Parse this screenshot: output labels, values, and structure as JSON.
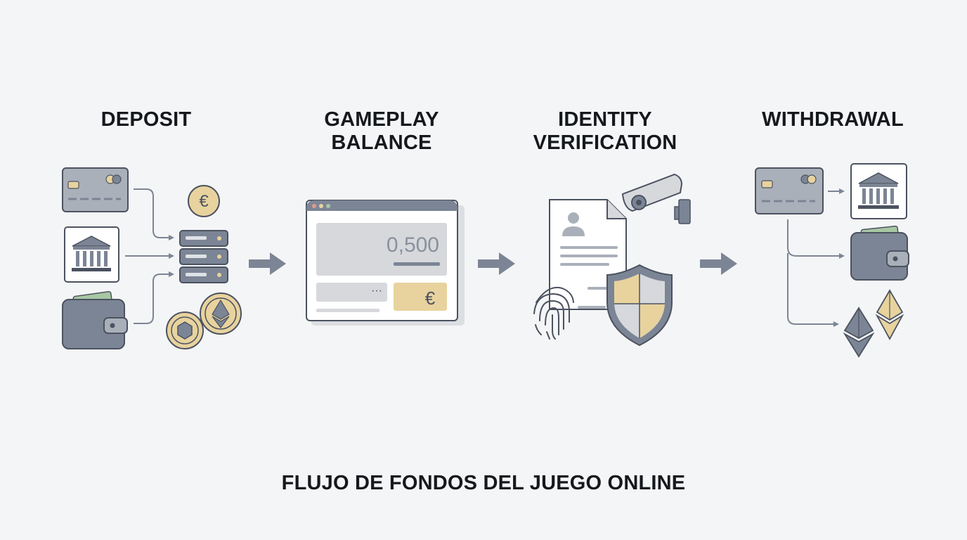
{
  "stages": [
    {
      "title_line1": "DEPOSIT",
      "title_line2": ""
    },
    {
      "title_line1": "GAMEPLAY",
      "title_line2": "BALANCE"
    },
    {
      "title_line1": "IDENTITY",
      "title_line2": "VERIFICATION"
    },
    {
      "title_line1": "WITHDRAWAL",
      "title_line2": ""
    }
  ],
  "gameplay_window": {
    "balance_value": "0,500",
    "currency_symbol": "€",
    "menu_dots": "···"
  },
  "deposit": {
    "currency_symbol": "€"
  },
  "footer": {
    "title": "FLUJO DE FONDOS DEL JUEGO ONLINE"
  },
  "colors": {
    "slate": "#7c8595",
    "slate_dark": "#4b5260",
    "gold": "#e8d39e",
    "green": "#a8c7a3",
    "light_gray": "#d6d8dc",
    "background": "#f4f5f6"
  }
}
